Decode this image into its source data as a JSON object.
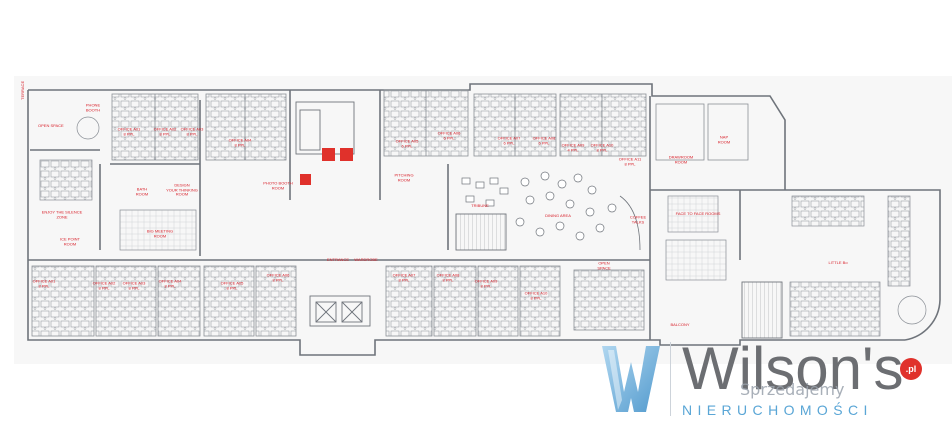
{
  "floorplan": {
    "side_label": "TERRACE",
    "rooms": [
      {
        "id": "phone",
        "text": "PHONE\nBOOTH"
      },
      {
        "id": "open-space-top",
        "text": "OPEN SPACE"
      },
      {
        "id": "office-a01",
        "text": "OFFICE A01\n8 PPL"
      },
      {
        "id": "office-a02",
        "text": "OFFICE A02\n8 PPL"
      },
      {
        "id": "office-a03",
        "text": "OFFICE A03\n8 PPL"
      },
      {
        "id": "office-a04",
        "text": "OFFICE A04\n8 PPL"
      },
      {
        "id": "office-a05",
        "text": "OFFICE A05\n6 PPL"
      },
      {
        "id": "office-a06",
        "text": "OFFICE A06\n6 PPL"
      },
      {
        "id": "office-a07",
        "text": "OFFICE A07\n6 PPL"
      },
      {
        "id": "office-a08",
        "text": "OFFICE A08\n6 PPL"
      },
      {
        "id": "office-a09",
        "text": "OFFICE A09\n4 PPL"
      },
      {
        "id": "office-a10",
        "text": "OFFICE A10\n8 PPL"
      },
      {
        "id": "office-a11",
        "text": "OFFICE A11\n8 PPL"
      },
      {
        "id": "drawroom",
        "text": "DRAWROOM\nROOM"
      },
      {
        "id": "nap",
        "text": "NAP\nROOM"
      },
      {
        "id": "pitching",
        "text": "PITCHING\nROOM"
      },
      {
        "id": "photo-booth",
        "text": "PHOTO BOOTH\nROOM"
      },
      {
        "id": "bath",
        "text": "BATH\nROOM"
      },
      {
        "id": "design-thinking",
        "text": "DESIGN\nYOUR THINKING\nROOM"
      },
      {
        "id": "big-meeting",
        "text": "BIG MEETING\nROOM"
      },
      {
        "id": "enjoy-silence",
        "text": "ENJOY THE SILENCE\nZONE"
      },
      {
        "id": "ice-point",
        "text": "ICE POINT\nROOM"
      },
      {
        "id": "tribune",
        "text": "TRIBUNE"
      },
      {
        "id": "dining",
        "text": "DINING AREA"
      },
      {
        "id": "coffee",
        "text": "COFFEE\nTALKS"
      },
      {
        "id": "face-to-face",
        "text": "FACE TO FACE ROOMS"
      },
      {
        "id": "open-space-mid",
        "text": "OPEN\nSPACE"
      },
      {
        "id": "little-bo",
        "text": "LITTLE Bo"
      },
      {
        "id": "entrance",
        "text": "ENTRANCE"
      },
      {
        "id": "wardrobe",
        "text": "WARDROBE"
      },
      {
        "id": "balcony",
        "text": "BALCONY"
      },
      {
        "id": "office-b01",
        "text": "OFFICE A01\n8 PPL"
      },
      {
        "id": "office-b02",
        "text": "OFFICE A02\n8 PPL"
      },
      {
        "id": "office-b03",
        "text": "OFFICE A03\n8 PPL"
      },
      {
        "id": "office-b04",
        "text": "OFFICE A04\n8 PPL"
      },
      {
        "id": "office-b05",
        "text": "OFFICE A05\n8 PPL"
      },
      {
        "id": "office-b06",
        "text": "OFFICE A06\n8 PPL"
      },
      {
        "id": "office-b07",
        "text": "OFFICE A07\n8 PPL"
      },
      {
        "id": "office-b08",
        "text": "OFFICE A08\n8 PPL"
      },
      {
        "id": "office-b09",
        "text": "OFFICE A09\n8 PPL"
      },
      {
        "id": "office-b10",
        "text": "OFFICE A10\n8 PPL"
      }
    ],
    "accent_color": "#d8202a",
    "wall_color": "#8a8f96"
  },
  "logo": {
    "name": "Wilson's",
    "apostrophe_suffix": ".pl",
    "subtitle": "NIERUCHOMOŚCI",
    "mark_icon": "wilsons-w-logo-icon",
    "colors": {
      "gray": "#6c6e72",
      "blue": "#5aa6d6",
      "red": "#e0312b"
    }
  },
  "watermark": "Sprzedajemy"
}
